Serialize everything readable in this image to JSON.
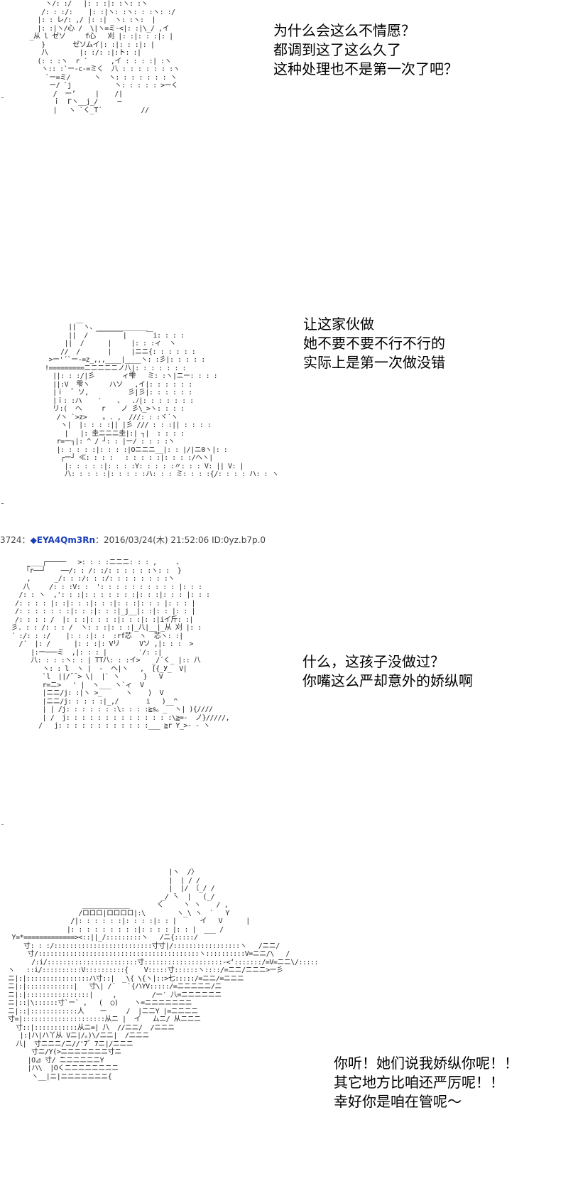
{
  "panels": [
    {
      "art": "     ヽ/: :/   |: : :|: :ヽ: :ヽ  \n    /: : :/:    |: :|ヽ: :ヽ: : :ヽ: :/\n   |: : レ/: ,/ |: :|  ヽ: :ヽ:  |\n   |: :|ヽ/心 /  \\|ヽ=ミ-<|: :|\\_/ ,イ\n _从 l ゼソ     f心   刈 |: :|: : :|: |\n    }       ゼソムイ|: :|: : :|: |\n    八        |: :/: :|:ト: :|\n   (: : :ヽ  r ´      ,イ : : : :| :ヽ\n    ヽ:: :`ー-c-=ミく  八 : : : : : : :ヽ\n     `ー=ミ/      ヽ  ヽ: : : : : : : ヽ\n      ー/ `j           ヽ: : : : : >ーく\n       /  ー’     |    /|\n       ｉ  Γヽ__j_/     ─\n       |   ヽ `く_T´          //",
      "lines": [
        "为什么会这么不情愿？",
        "都调到这了这么久了",
        "这种处理也不是第一次了吧？"
      ]
    },
    {
      "art": "        ||￣ヽ、_____________\n        ||  /  ￣￣￣￣|     ￣i: : : :\n       ||  /      |     |: : :ィ  ヽ\n      //  /       |     |ニニ{: : : : : :\n   >ー'´`ー-=z_,,,____|____ヽ: :彡|: : : : :\n  !=========ニニニニニノ八|: : : : : : :\n    ||: : :/|彡       ィ雫   ミ: :ヽ|ニー: : : :\n    ||:V  雫ヽ     ハソ   ,イ|: : : : : :\n    |ｉ  ゛ソ,          彡|彡|: : : : : :\n    |ｉ: :ハ    ′    、  .ﾉ|: : : : : : :\n    リ:(  ヘ     r    ノ 彡\\_>ヽ: : : :\n     /ヽ `>z>    。. ,  ///: : :ヾ´ヽ\n      ヽ|  |: : : :|| |彡 /// : : :|| : : : :\n       |   |: 圭ニニニ圭|:| ┐|  : : : :\n     r=ー┐|: ^ / ┘: : |ー/ : : : :ヽ\n     |: : : : :|: : : :|Oニニニ__|: : |/|ニ0ヽ|: :\n      ┌ー┘ ≪: : : :   : : : : :|: : : :/ヘヽ|\n       |: : : : :|: : : :Y: : : : :〃: : : V: || V: |\n       八: : : : :|: : : : :ハ: : : ミ: : : :{/: : : : ハ: : ヽ",
      "lines": [
        "让这家伙做",
        "她不要不要不行不行的",
        "实际上是第一次做没错"
      ]
    },
    {
      "art": "     ____┌─────   >: : : :ニニニ: : : ,     、\n    「r──┘    ──/: : /: :/: : : : : :ヽ: :  }\n     ,      _/: : :/: : :/: : : : : : : :ヽ\n    八     /: : :V: :  ': : : : : : : : : : |: : :\n   /: : ヽ  ,': : :|: : : : : : :|: : :|: : : |: : :\n  /: : : : |: :|: : :|: : :|: : :|: : : |: : : |\n  /: : : : : : :|: : :|: : :|_j__|: :|: : |: : |\n  /: : : : /  |: : :|: : : :|: : :|: :|iイ斤: :|\n 彡. : : /: : : /  ヽ: : :|: : :|_八|__|_从 刈 |: :\n ´ :/: : :/    |: : :|: :  :rf芯  ヽ  芯ヽ: :|\n   /´  |: /      |: : :|: Vリ     Vソ ,|: : :  >\n      |:ー───ミ  ,|: : : |        ′/: :|\n      八: : : :ヽ: : | TT八: : :イ>   _/´く_ |:: 八\n         ヽ: : l  ヽ |  -  ヘ|ヽ   ,  [{_У_  V|\n         `l  ||/¯¯> \\|  |` ヽ      }   V\n         r=ニ>   ' |  ヽ___ ヽ`ィ  V\n         |ニニ/j: :|ヽ >_      ヽ    )  V\n         |ニニ/j: : : : :|_,/       i   )__^\n         | | /j: : : : : : :\\: : : :≧s。_  ヽ| ){////\n         | /  j: : : : : : : : : : : : : :\\≧=-  ノ}/////,\n        /   j: : : : : : : : : : : :___ ≧r Y_>- ‐ ヽ",
      "lines": [
        "什么，这孩子没做过？",
        "你嘴这么严却意外的娇纵啊"
      ]
    },
    {
      "art": "                                           |ヽ  /〉\n                                           |  | / /\n                                           |  |/ 〔_/ /\n                                         _/ ̄ヽ  |   (_/\n                     ____________       く     ヽ ヽ    / ,\n                    /ロロロ|ロロロロ|:\\        ヽ_\\ ヽ  `   Y\n                  /|: : : : : :|: : : :|: : |      イ   V      |\n                 |: : : : : : : : :|: : : : |: : |  ___ /\n   Y=*=============><::||_/:::::::::ヽ   /ニ{:::::/\n      寸: : :/:::::::::::::::::::::::::寸寸|/:::::::::::::::::ヽ   /ニニ/\n       寸/:::::::::::::::::::::::::::::::::::::::::ヽ::::::::::V=ニニ/\\   /\n        /:i/:::::::::::::::::::::::寸::::::::::::::::::::-<‘:::::::/=V=ニニ\\/:::::\n  ヽ   ::i/::::::::::V::::::::::{    V:::::寸::::::ヽ::::/=ニニ/ニニニ>ー彡\n  ニ|:|::::::::::::::::ハ寸::|  _\\{ \\{ヽ|::>七:::::/=ニニ/=ニニニ\n  ニ|:|::::::::::::|   寸\\| /´   `{ハYV:::::/=ニニニニニ/ニ\n  ニ|:|::::::::::::::::|     ,         /ー′ 八=ニニニニニニ\n  ニ|::|\\::::::寸`ー` ,   (  ○)    ヽ=ニニニニニニニ\n  ニ|::|::::::::::::人    ー     /  |ニニY |=ニニニニ\n  寸=|:::::::::::::::::::::从ニ |  イ   ムニ/ 从ニニニ\n    寸::|:::::::::::从ニ=| 八  //ニニ/  /ニニニ\n     |:|ハ|ハ丫从 Vニ|/。)\\/ニニ|  /ニニニ\n    八|  寸ニニニ/ニ//'7゛7ニ|/ニニニ\n        寸ニ/Y(>ニニニニニニニ寸ニ\n       |O⊿ 寸/ ̄ニニニニニニY\n       |ハ\\  |Oくニニニニニニニニ\n        ヽ__|ニ|ニニニニニニニ{",
      "lines": [
        "你听！她们说我娇纵你呢！！",
        "其它地方比咱还严厉呢！！",
        "幸好你是咱在管呢〜"
      ]
    }
  ],
  "post_header": {
    "number": "3724",
    "separator": "：",
    "trip": "◆EYA4Qm3Rn",
    "info": "：2016/03/24(木) 21:52:06 ID:0yz.b7p.0"
  }
}
